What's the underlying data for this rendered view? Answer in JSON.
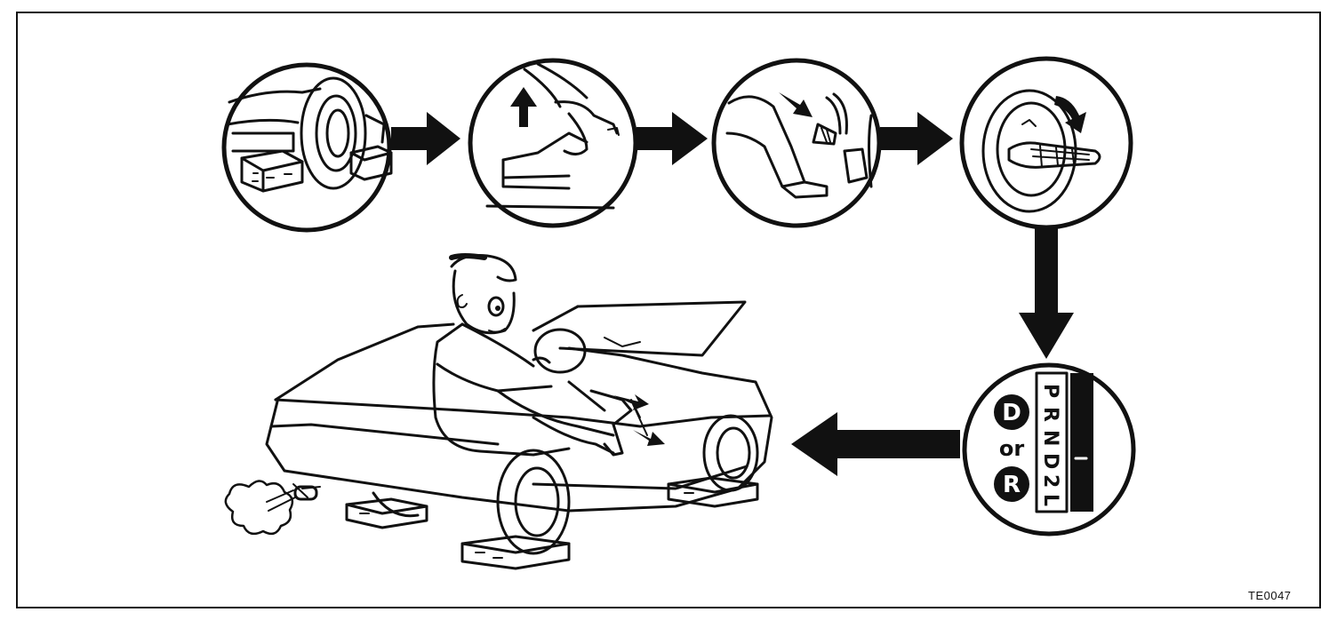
{
  "figure_code": "TE0047",
  "steps": [
    {
      "id": "wheel-chocks",
      "icon": "wheel-chock-icon"
    },
    {
      "id": "parking-brake",
      "icon": "parking-brake-icon"
    },
    {
      "id": "brake-pedal",
      "icon": "brake-pedal-icon"
    },
    {
      "id": "ignition-key",
      "icon": "ignition-key-icon"
    },
    {
      "id": "shift-selector",
      "icon": "shift-selector-icon"
    }
  ],
  "selector": {
    "gate": [
      "P",
      "R",
      "N",
      "D",
      "2",
      "L"
    ],
    "choice_1": "D",
    "connector": "or",
    "choice_2": "R"
  },
  "colors": {
    "ink": "#111111",
    "paper": "#ffffff"
  }
}
